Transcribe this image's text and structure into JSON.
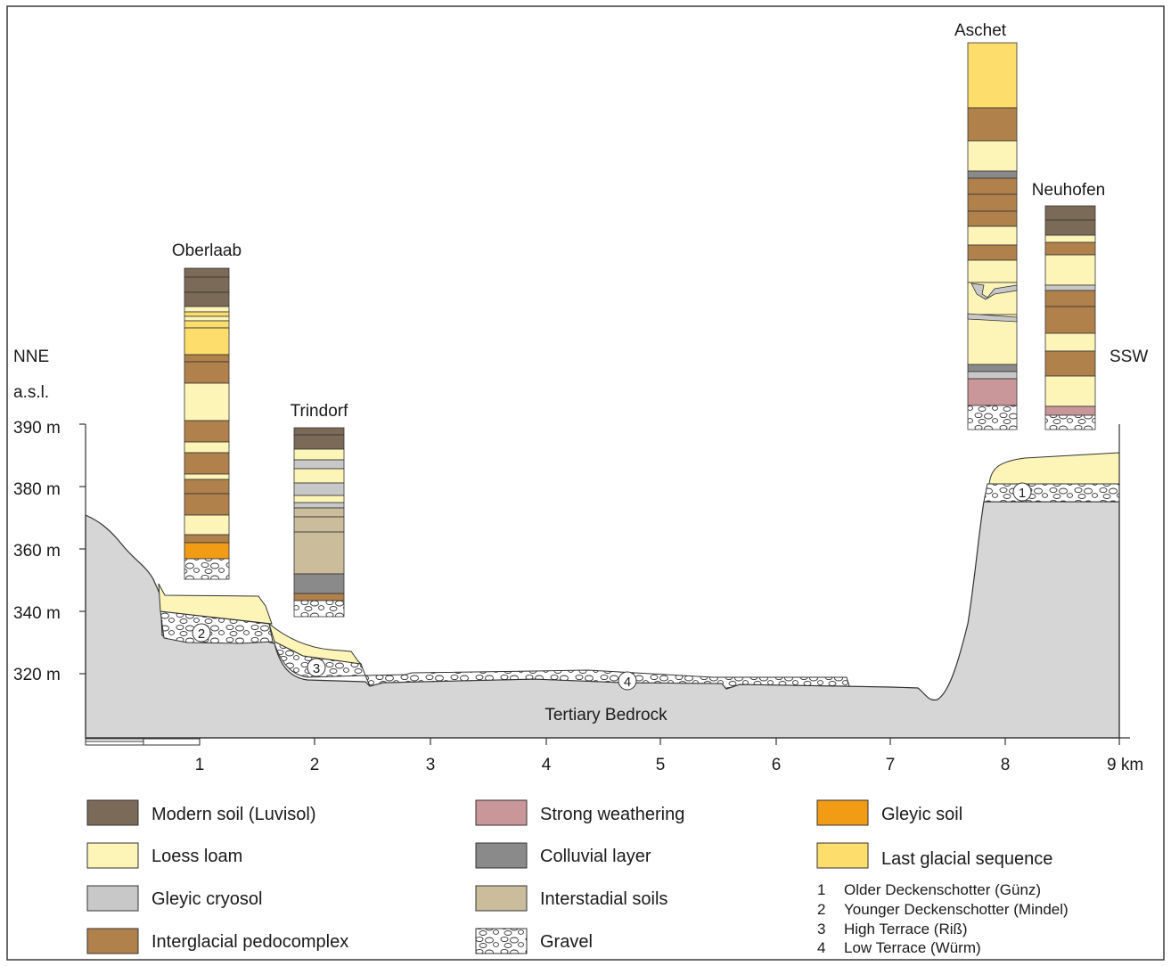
{
  "labels": {
    "left_direction": "NNE",
    "right_direction": "SSW",
    "alt_unit": "a.s.l.",
    "bedrock": "Tertiary Bedrock"
  },
  "y_axis": {
    "ticks": [
      "390 m",
      "380 m",
      "360 m",
      "340 m",
      "320 m"
    ]
  },
  "x_axis": {
    "ticks": [
      "1",
      "2",
      "3",
      "4",
      "5",
      "6",
      "7",
      "8",
      "9 km"
    ]
  },
  "profiles": [
    {
      "name": "Oberlaab"
    },
    {
      "name": "Trindorf"
    },
    {
      "name": "Aschet"
    },
    {
      "name": "Neuhofen"
    }
  ],
  "terraces": [
    {
      "number": "1"
    },
    {
      "number": "2"
    },
    {
      "number": "3"
    },
    {
      "number": "4"
    }
  ],
  "legend": [
    {
      "label": "Modern soil (Luvisol)",
      "color": "#7b6a58"
    },
    {
      "label": "Loess loam",
      "color": "#fdf5b8"
    },
    {
      "label": "Gleyic cryosol",
      "color": "#c8c8c8"
    },
    {
      "label": "Interglacial pedocomplex",
      "color": "#b0814b"
    },
    {
      "label": "Strong weathering",
      "color": "#c9979a"
    },
    {
      "label": "Colluvial layer",
      "color": "#8a8a8a"
    },
    {
      "label": "Interstadial soils",
      "color": "#cbbc9c"
    },
    {
      "label": "Gravel",
      "color": "#ffffff",
      "pattern": "gravel"
    },
    {
      "label": "Gleyic soil",
      "color": "#f29b14"
    },
    {
      "label": "Last glacial sequence",
      "color": "#fddd6b"
    }
  ],
  "terrace_key": [
    {
      "num": "1",
      "text": "Older Deckenschotter (Günz)"
    },
    {
      "num": "2",
      "text": "Younger Deckenschotter (Mindel)"
    },
    {
      "num": "3",
      "text": "High Terrace (Riß)"
    },
    {
      "num": "4",
      "text": "Low Terrace (Würm)"
    }
  ],
  "colors": {
    "bedrock": "#d6d6d6",
    "loess": "#fdf5b8",
    "modern_soil": "#7b6a58",
    "pedocomplex": "#b0814b",
    "cryosol": "#c8c8c8",
    "strong_weathering": "#c9979a",
    "colluvial": "#8a8a8a",
    "interstadial": "#cbbc9c",
    "gleyic": "#f29b14",
    "last_glacial": "#fddd6b",
    "frame": "#3a3a3a"
  }
}
